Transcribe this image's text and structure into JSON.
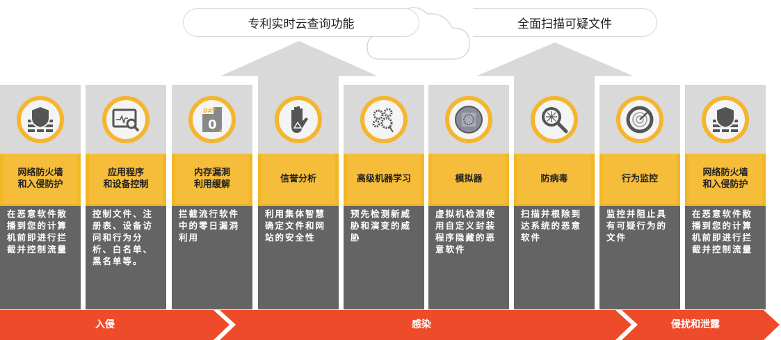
{
  "top_features": {
    "left": "专利实时云查询功能",
    "right": "全面扫描可疑文件"
  },
  "columns": [
    {
      "icon": "firewall-shield-icon",
      "title": "网络防火墙\n和入侵防护",
      "desc": "在恶意软件散播到您的计算机前即进行拦截并控制流量"
    },
    {
      "icon": "app-monitor-search-icon",
      "title": "应用程序\n和设备控制",
      "desc": "控制文件、注册表、设备访问和行为分析、白名单、黑名单等。"
    },
    {
      "icon": "day-zero-icon",
      "title": "内存漏洞\n利用缓解",
      "desc": "拦截流行软件中的零日漏洞利用"
    },
    {
      "icon": "hand-warning-icon",
      "title": "信誉分析",
      "desc": "利用集体智慧确定文件和网站的安全性"
    },
    {
      "icon": "gears-brain-icon",
      "title": "高级机器学习",
      "desc": "预先检测新威胁和演变的威胁"
    },
    {
      "icon": "emulator-disc-icon",
      "title": "模拟器",
      "desc": "虚拟机检测使用自定义封装程序隐藏的恶意软件"
    },
    {
      "icon": "virus-magnifier-icon",
      "title": "防病毒",
      "desc": "扫描并根除到达系统的恶意软件"
    },
    {
      "icon": "radar-icon",
      "title": "行为监控",
      "desc": "监控并阻止具有可疑行为的文件"
    },
    {
      "icon": "firewall-shield-icon",
      "title": "网络防火墙\n和入侵防护",
      "desc": "在恶意软件散播到您的计算机前即进行拦截并控制流量"
    }
  ],
  "stages": [
    "入侵",
    "感染",
    "侵扰和泄露"
  ],
  "colors": {
    "accent": "#f6bd3a",
    "dark": "#646464",
    "light": "#d9d9d9",
    "stage_bar": "#ee4b2b"
  }
}
